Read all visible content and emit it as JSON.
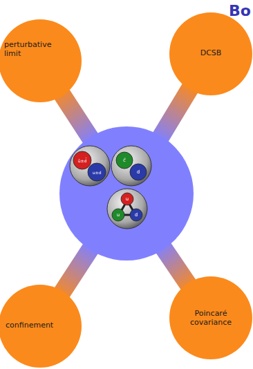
{
  "diagram": {
    "nodes": [
      {
        "text": [
          "perturbative limit"
        ]
      },
      {
        "text": [
          "DCSB"
        ]
      },
      {
        "text": [
          "confinement"
        ]
      },
      {
        "text": [
          "Poincaré covariance"
        ]
      }
    ],
    "labels": [
      "Bo",
      "ū±d̄",
      "u±d",
      "c̄",
      "d",
      "u",
      "u",
      "d"
    ]
  }
}
